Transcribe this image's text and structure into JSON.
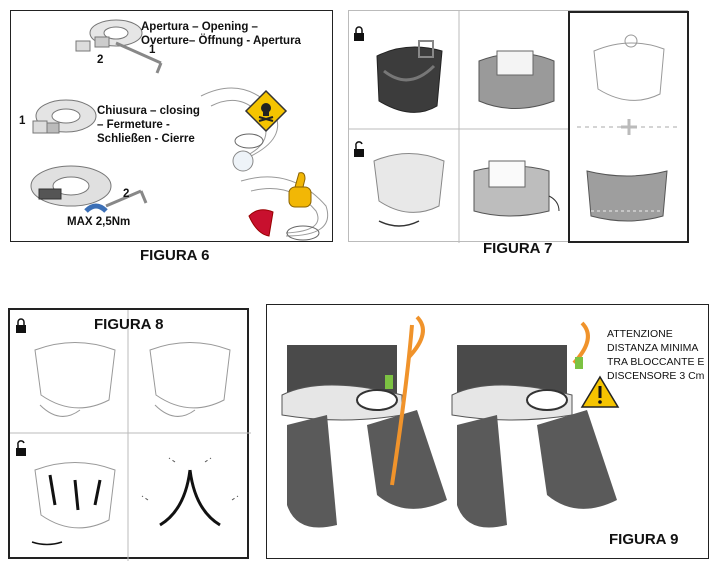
{
  "figura6": {
    "caption": "FIGURA 6",
    "opening_label": "Apertura – Opening – Overture– Öffnung - Apertura",
    "closing_label": "Chiusura – closing – Fermeture - Schließen - Cierre",
    "torque_label": "MAX 2,5Nm",
    "step1": "1",
    "step2": "2",
    "step1b": "1",
    "step2b": "2",
    "icons": [
      "skull-warning-icon",
      "thumbs-up-icon"
    ]
  },
  "figura7": {
    "caption": "FIGURA 7",
    "icons": [
      "locked-padlock-icon",
      "unlocked-padlock-icon",
      "plus-icon"
    ]
  },
  "figura8": {
    "caption": "FIGURA 8",
    "icons": [
      "locked-padlock-icon",
      "unlocked-padlock-icon"
    ]
  },
  "figura9": {
    "caption": "FIGURA 9",
    "warning_lines": [
      "ATTENZIONE",
      "DISTANZA MINIMA",
      "TRA BLOCCANTE E",
      "DISCENSORE 3 Cm"
    ],
    "icons": [
      "warning-triangle-icon"
    ]
  },
  "colors": {
    "warning_yellow": "#f5c400",
    "rope_orange": "#f0932b",
    "device_green": "#7cc242",
    "harness_dark": "#3c3c3c",
    "thumb_red": "#c8102e"
  }
}
